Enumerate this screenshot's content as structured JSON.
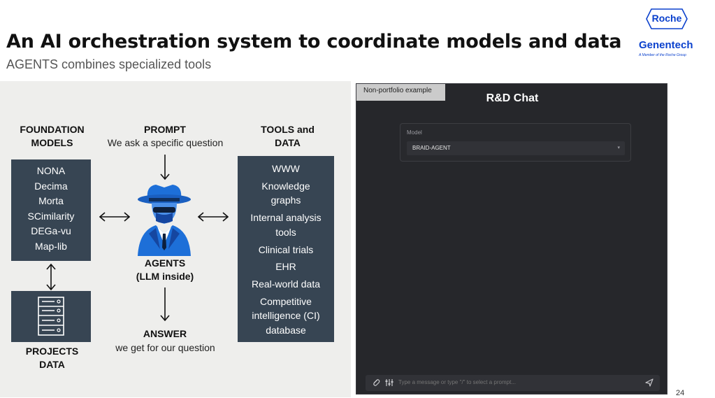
{
  "slide": {
    "title": "An AI orchestration system to coordinate models and data",
    "subtitle": "AGENTS combines specialized tools",
    "page_number": "24"
  },
  "logo": {
    "roche": "Roche",
    "genentech": "Genentech",
    "tagline": "A Member of the Roche Group",
    "color": "#0b41cd"
  },
  "diagram": {
    "foundation_header": [
      "FOUNDATION",
      "MODELS"
    ],
    "foundation_models": [
      "NONA",
      "Decima",
      "Morta",
      "SCimilarity",
      "DEGa-vu",
      "Map-lib"
    ],
    "prompt_header": "PROMPT",
    "prompt_sub": "We ask a specific question",
    "tools_header": [
      "TOOLS and",
      "DATA"
    ],
    "tools": [
      "WWW",
      "Knowledge",
      "graphs",
      "Internal analysis",
      "tools",
      "Clinical trials",
      "EHR",
      "Real-world data",
      "Competitive",
      "intelligence (CI)",
      "database"
    ],
    "agents_label": [
      "AGENTS",
      "(LLM inside)"
    ],
    "answer_header": "ANSWER",
    "answer_sub": "we get for our question",
    "projects_header": [
      "PROJECTS",
      "DATA"
    ],
    "box_color": "#374553",
    "icons": [
      "agent-detective-icon",
      "database-server-icon"
    ]
  },
  "chat": {
    "tag": "Non-portfolio example",
    "title": "R&D Chat",
    "model_label": "Model",
    "model_value": "BRAID-AGENT",
    "input_placeholder": "Type a message or type \"/\" to select a prompt...",
    "icons": [
      "paperclip-icon",
      "tools-icon",
      "send-icon",
      "chevron-down-icon"
    ]
  }
}
